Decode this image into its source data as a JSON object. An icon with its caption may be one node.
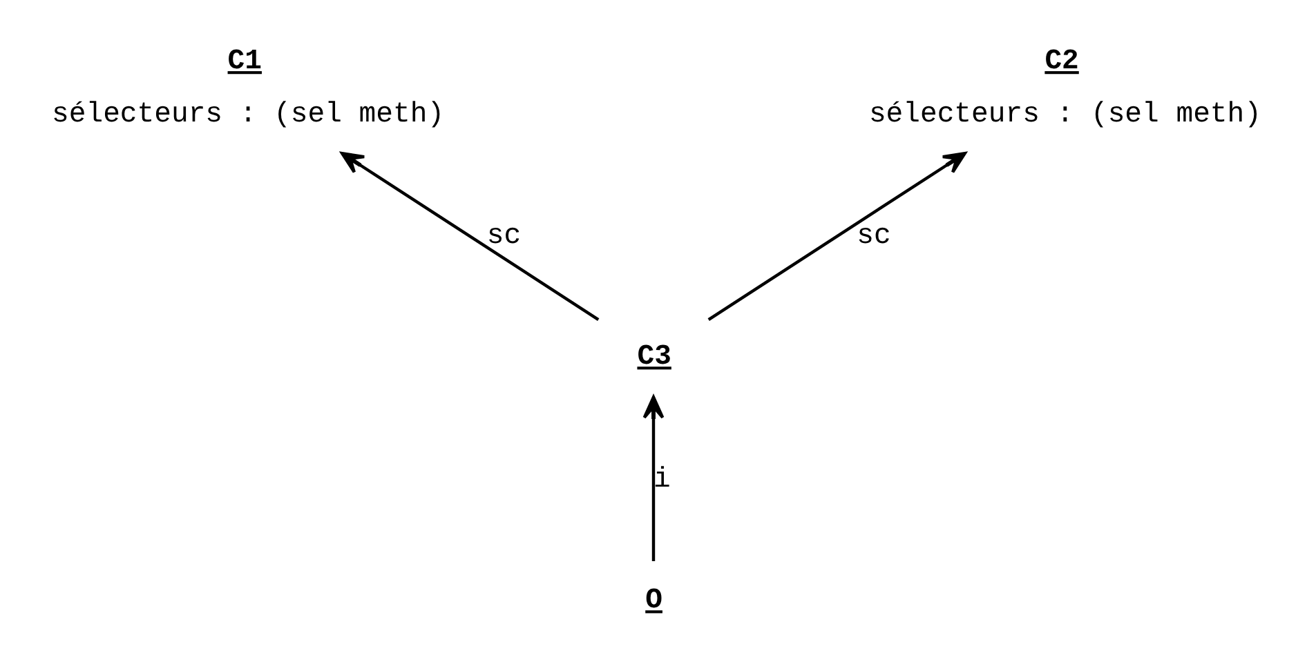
{
  "diagram": {
    "nodes": [
      {
        "text": [
          "C1",
          "sélecteurs : (sel meth)"
        ]
      },
      {
        "text": [
          "C2",
          "sélecteurs : (sel meth)"
        ]
      },
      {
        "text": [
          "C3"
        ]
      },
      {
        "text": [
          "O"
        ]
      }
    ],
    "edges": [
      {
        "from": 2,
        "to": 0,
        "arrow": "to",
        "label": "sc"
      },
      {
        "from": 2,
        "to": 1,
        "arrow": "to",
        "label": "sc"
      },
      {
        "from": 3,
        "to": 2,
        "arrow": "to",
        "label": "i"
      }
    ]
  }
}
